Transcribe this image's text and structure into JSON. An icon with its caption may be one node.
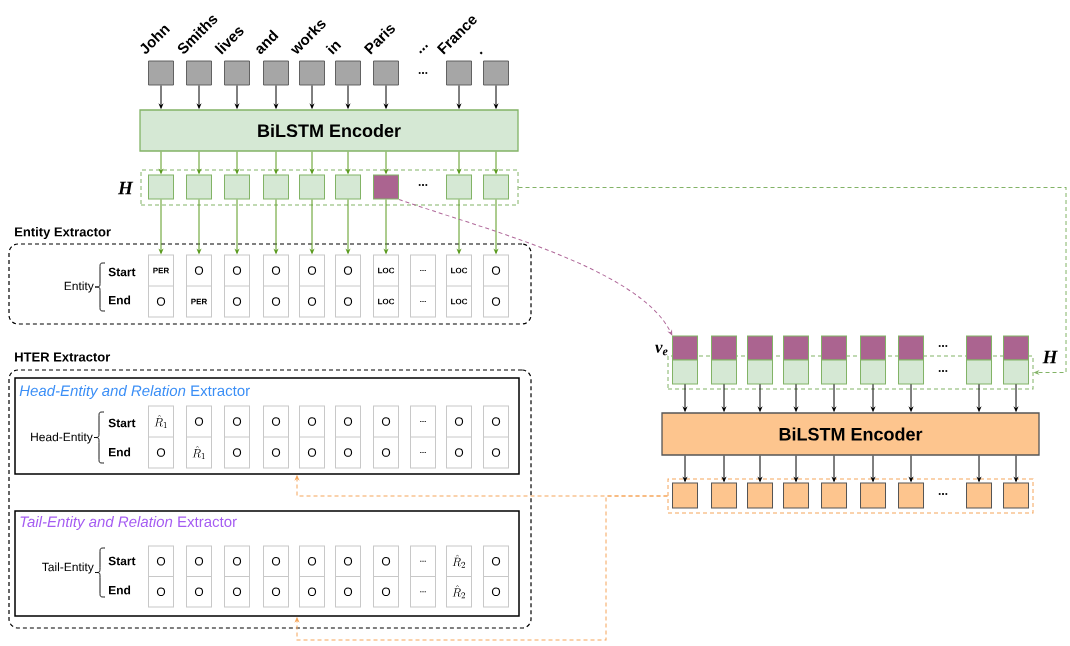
{
  "diagram": {
    "nodes": [
      {
        "text": [],
        "shape": "box",
        "beside": [
          "John"
        ]
      },
      {
        "text": [],
        "shape": "box",
        "beside": [
          "Smiths"
        ]
      },
      {
        "text": [],
        "shape": "box",
        "beside": [
          "lives"
        ]
      },
      {
        "text": [],
        "shape": "box",
        "beside": [
          "and"
        ]
      },
      {
        "text": [],
        "shape": "box",
        "beside": [
          "works"
        ]
      },
      {
        "text": [],
        "shape": "box",
        "beside": [
          "in"
        ]
      },
      {
        "text": [],
        "shape": "box",
        "beside": [
          "Paris"
        ]
      },
      {
        "text": [],
        "shape": "box",
        "beside": [
          "France"
        ]
      },
      {
        "text": [],
        "shape": "box",
        "beside": [
          "."
        ]
      },
      {
        "text": [
          "BiLSTM Encoder"
        ]
      },
      {
        "text": [
          "H"
        ]
      },
      {
        "text": [],
        "shape": "box",
        "in": 10
      },
      {
        "text": [],
        "shape": "box",
        "in": 10
      },
      {
        "text": [],
        "shape": "box",
        "in": 10
      },
      {
        "text": [],
        "shape": "box",
        "in": 10
      },
      {
        "text": [],
        "shape": "box",
        "in": 10
      },
      {
        "text": [],
        "shape": "box",
        "in": 10
      },
      {
        "text": [],
        "shape": "box",
        "in": 10
      },
      {
        "text": [],
        "shape": "box",
        "in": 10
      },
      {
        "text": [],
        "shape": "box",
        "in": 10
      },
      {
        "text": [
          "Entity Extractor"
        ]
      },
      {
        "text": [
          "PER",
          "O"
        ],
        "in": 20
      },
      {
        "text": [
          "O",
          "PER"
        ],
        "in": 20
      },
      {
        "text": [
          "O",
          "O"
        ],
        "in": 20
      },
      {
        "text": [
          "O",
          "O"
        ],
        "in": 20
      },
      {
        "text": [
          "O",
          "O"
        ],
        "in": 20
      },
      {
        "text": [
          "O",
          "O"
        ],
        "in": 20
      },
      {
        "text": [
          "LOC",
          "LOC"
        ],
        "in": 20
      },
      {
        "text": [
          "...",
          "..."
        ],
        "in": 20
      },
      {
        "text": [
          "LOC",
          "LOC"
        ],
        "in": 20
      },
      {
        "text": [
          "O",
          "O"
        ],
        "in": 20
      },
      {
        "text": [
          "HTER Extractor"
        ]
      },
      {
        "text": [
          "*Head-Entity and Relation* Extractor"
        ],
        "in": 31
      },
      {
        "text": [
          "\\hat{R}_1",
          "O"
        ],
        "in": 32
      },
      {
        "text": [
          "O",
          "\\hat{R}_1"
        ],
        "in": 32
      },
      {
        "text": [
          "O",
          "O"
        ],
        "in": 32
      },
      {
        "text": [
          "O",
          "O"
        ],
        "in": 32
      },
      {
        "text": [
          "O",
          "O"
        ],
        "in": 32
      },
      {
        "text": [
          "O",
          "O"
        ],
        "in": 32
      },
      {
        "text": [
          "O",
          "O"
        ],
        "in": 32
      },
      {
        "text": [
          "...",
          "..."
        ],
        "in": 32
      },
      {
        "text": [
          "O",
          "O"
        ],
        "in": 32
      },
      {
        "text": [
          "O",
          "O"
        ],
        "in": 32
      },
      {
        "text": [
          "*Tail-Entity and Relation* Extractor"
        ],
        "in": 31
      },
      {
        "text": [
          "O",
          "O"
        ],
        "in": 43
      },
      {
        "text": [
          "O",
          "O"
        ],
        "in": 43
      },
      {
        "text": [
          "O",
          "O"
        ],
        "in": 43
      },
      {
        "text": [
          "O",
          "O"
        ],
        "in": 43
      },
      {
        "text": [
          "O",
          "O"
        ],
        "in": 43
      },
      {
        "text": [
          "O",
          "O"
        ],
        "in": 43
      },
      {
        "text": [
          "O",
          "O"
        ],
        "in": 43
      },
      {
        "text": [
          "...",
          "..."
        ],
        "in": 43
      },
      {
        "text": [
          "\\hat{R}_2",
          "\\hat{R}_2"
        ],
        "in": 43
      },
      {
        "text": [
          "O",
          "O"
        ],
        "in": 43
      },
      {
        "text": [
          "H"
        ]
      },
      {
        "text": [],
        "shape": "box",
        "beside": [
          "v$_{e}$"
        ]
      },
      {
        "text": [],
        "shape": "box"
      },
      {
        "text": [],
        "shape": "box"
      },
      {
        "text": [],
        "shape": "box"
      },
      {
        "text": [],
        "shape": "box"
      },
      {
        "text": [],
        "shape": "box"
      },
      {
        "text": [],
        "shape": "box"
      },
      {
        "text": [],
        "shape": "box"
      },
      {
        "text": [],
        "shape": "box"
      },
      {
        "text": [
          "BiLSTM Encoder"
        ]
      },
      {
        "text": [],
        "shape": "box"
      },
      {
        "text": [],
        "shape": "box",
        "in": 65
      },
      {
        "text": [],
        "shape": "box",
        "in": 65
      },
      {
        "text": [],
        "shape": "box",
        "in": 65
      },
      {
        "text": [],
        "shape": "box",
        "in": 65
      },
      {
        "text": [],
        "shape": "box",
        "in": 65
      },
      {
        "text": [],
        "shape": "box",
        "in": 65
      },
      {
        "text": [],
        "shape": "box",
        "in": 65
      },
      {
        "text": [],
        "shape": "box",
        "in": 65
      },
      {
        "text": [],
        "shape": "box",
        "in": 65
      }
    ],
    "edges": [
      {
        "from": 0,
        "to": 9,
        "arrow": "to"
      },
      {
        "from": 1,
        "to": 9,
        "arrow": "to"
      },
      {
        "from": 2,
        "to": 9,
        "arrow": "to"
      },
      {
        "from": 3,
        "to": 9,
        "arrow": "to"
      },
      {
        "from": 4,
        "to": 9,
        "arrow": "to"
      },
      {
        "from": 5,
        "to": 9,
        "arrow": "to"
      },
      {
        "from": 6,
        "to": 9,
        "arrow": "to"
      },
      {
        "from": 7,
        "to": 9,
        "arrow": "to"
      },
      {
        "from": 8,
        "to": 9,
        "arrow": "to"
      },
      {
        "from": 9,
        "to": 11,
        "arrow": "to",
        "color": "#5a9a1e"
      },
      {
        "from": 9,
        "to": 12,
        "arrow": "to",
        "color": "#5a9a1e"
      },
      {
        "from": 9,
        "to": 13,
        "arrow": "to",
        "color": "#5a9a1e"
      },
      {
        "from": 9,
        "to": 14,
        "arrow": "to",
        "color": "#5a9a1e"
      },
      {
        "from": 9,
        "to": 15,
        "arrow": "to",
        "color": "#5a9a1e"
      },
      {
        "from": 9,
        "to": 16,
        "arrow": "to",
        "color": "#5a9a1e"
      },
      {
        "from": 9,
        "to": 17,
        "arrow": "to",
        "color": "#5a9a1e"
      },
      {
        "from": 9,
        "to": 18,
        "arrow": "to",
        "color": "#5a9a1e"
      },
      {
        "from": 9,
        "to": 19,
        "arrow": "to",
        "color": "#5a9a1e"
      },
      {
        "from": 11,
        "to": 21,
        "arrow": "to",
        "color": "#5a9a1e"
      },
      {
        "from": 12,
        "to": 22,
        "arrow": "to",
        "color": "#5a9a1e"
      },
      {
        "from": 13,
        "to": 23,
        "arrow": "to",
        "color": "#5a9a1e"
      },
      {
        "from": 14,
        "to": 24,
        "arrow": "to",
        "color": "#5a9a1e"
      },
      {
        "from": 15,
        "to": 25,
        "arrow": "to",
        "color": "#5a9a1e"
      },
      {
        "from": 16,
        "to": 26,
        "arrow": "to",
        "color": "#5a9a1e"
      },
      {
        "from": 17,
        "to": 27,
        "arrow": "to",
        "color": "#5a9a1e"
      },
      {
        "from": 18,
        "to": 29,
        "arrow": "to",
        "color": "#5a9a1e"
      },
      {
        "from": 19,
        "to": 30,
        "arrow": "to",
        "color": "#5a9a1e"
      },
      {
        "from": 17,
        "to": 55,
        "arrow": "to",
        "style": "dashed",
        "color": "#b0699a"
      },
      {
        "from": 10,
        "to": 54,
        "arrow": "to",
        "style": "dashed",
        "color": "#82b366"
      },
      {
        "from": 55,
        "to": 64,
        "arrow": "to"
      },
      {
        "from": 56,
        "to": 64,
        "arrow": "to"
      },
      {
        "from": 57,
        "to": 64,
        "arrow": "to"
      },
      {
        "from": 58,
        "to": 64,
        "arrow": "to"
      },
      {
        "from": 59,
        "to": 64,
        "arrow": "to"
      },
      {
        "from": 60,
        "to": 64,
        "arrow": "to"
      },
      {
        "from": 61,
        "to": 64,
        "arrow": "to"
      },
      {
        "from": 62,
        "to": 64,
        "arrow": "to"
      },
      {
        "from": 63,
        "to": 64,
        "arrow": "to"
      },
      {
        "from": 64,
        "to": 66,
        "arrow": "to"
      },
      {
        "from": 64,
        "to": 67,
        "arrow": "to"
      },
      {
        "from": 64,
        "to": 68,
        "arrow": "to"
      },
      {
        "from": 64,
        "to": 69,
        "arrow": "to"
      },
      {
        "from": 64,
        "to": 70,
        "arrow": "to"
      },
      {
        "from": 64,
        "to": 71,
        "arrow": "to"
      },
      {
        "from": 64,
        "to": 72,
        "arrow": "to"
      },
      {
        "from": 64,
        "to": 73,
        "arrow": "to"
      },
      {
        "from": 64,
        "to": 74,
        "arrow": "to"
      },
      {
        "from": 65,
        "to": 32,
        "arrow": "to",
        "style": "dashed",
        "color": "#f5a55a"
      },
      {
        "from": 65,
        "to": 43,
        "arrow": "to",
        "style": "dashed",
        "color": "#f5a55a"
      }
    ],
    "labels": [
      "...",
      "...",
      "...",
      "Entity",
      "Start",
      "End",
      "Head-Entity",
      "Start",
      "End",
      "Tail-Entity",
      "Start",
      "End",
      "...",
      "...",
      "..."
    ]
  }
}
